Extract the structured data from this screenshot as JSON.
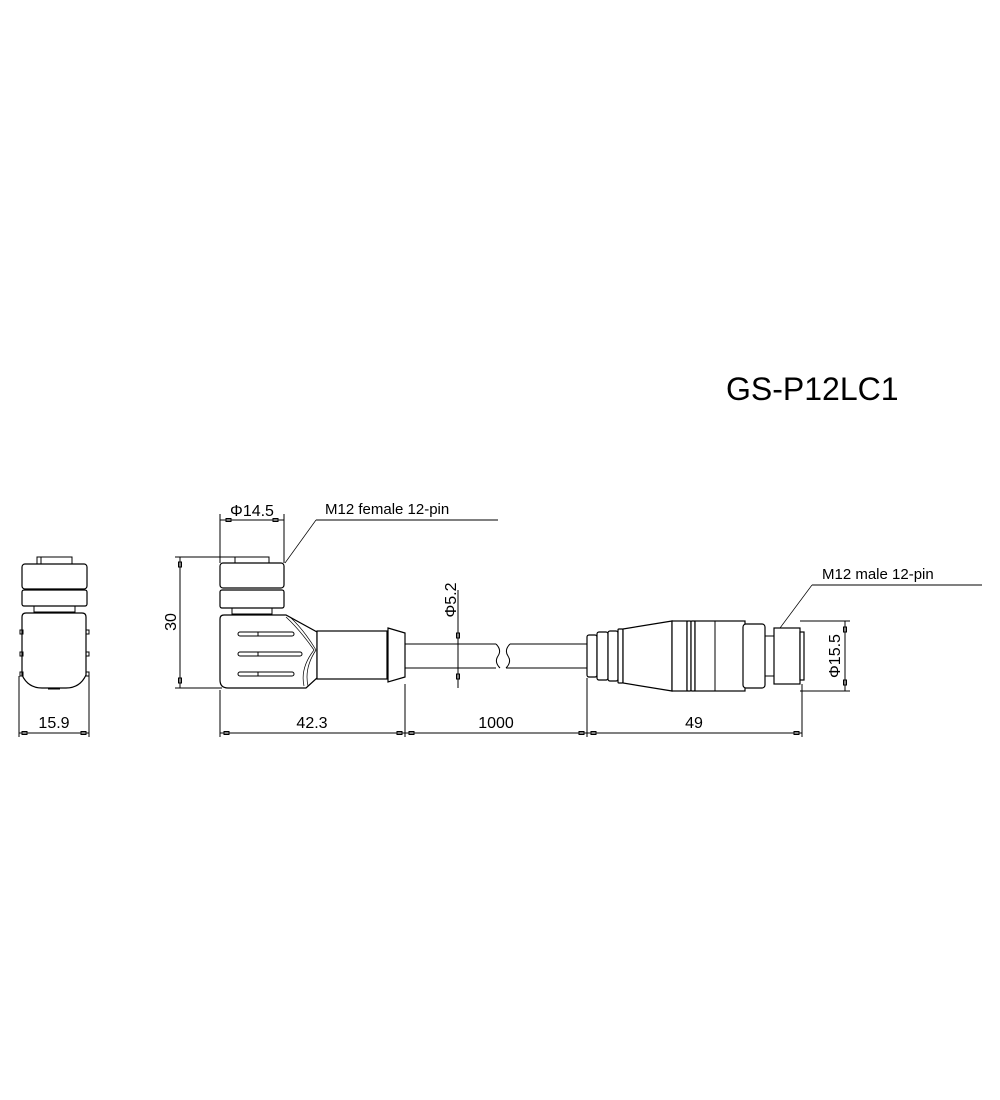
{
  "drawing": {
    "title": "GS-P12LC1",
    "labels": {
      "female_connector": "M12 female 12-pin",
      "male_connector": "M12 male 12-pin"
    },
    "dimensions": {
      "side_view_width": "15.9",
      "female_diameter": "Φ14.5",
      "female_height": "30",
      "cable_diameter": "Φ5.2",
      "female_length": "42.3",
      "cable_length": "1000",
      "male_length": "49",
      "male_diameter": "Φ15.5"
    }
  }
}
